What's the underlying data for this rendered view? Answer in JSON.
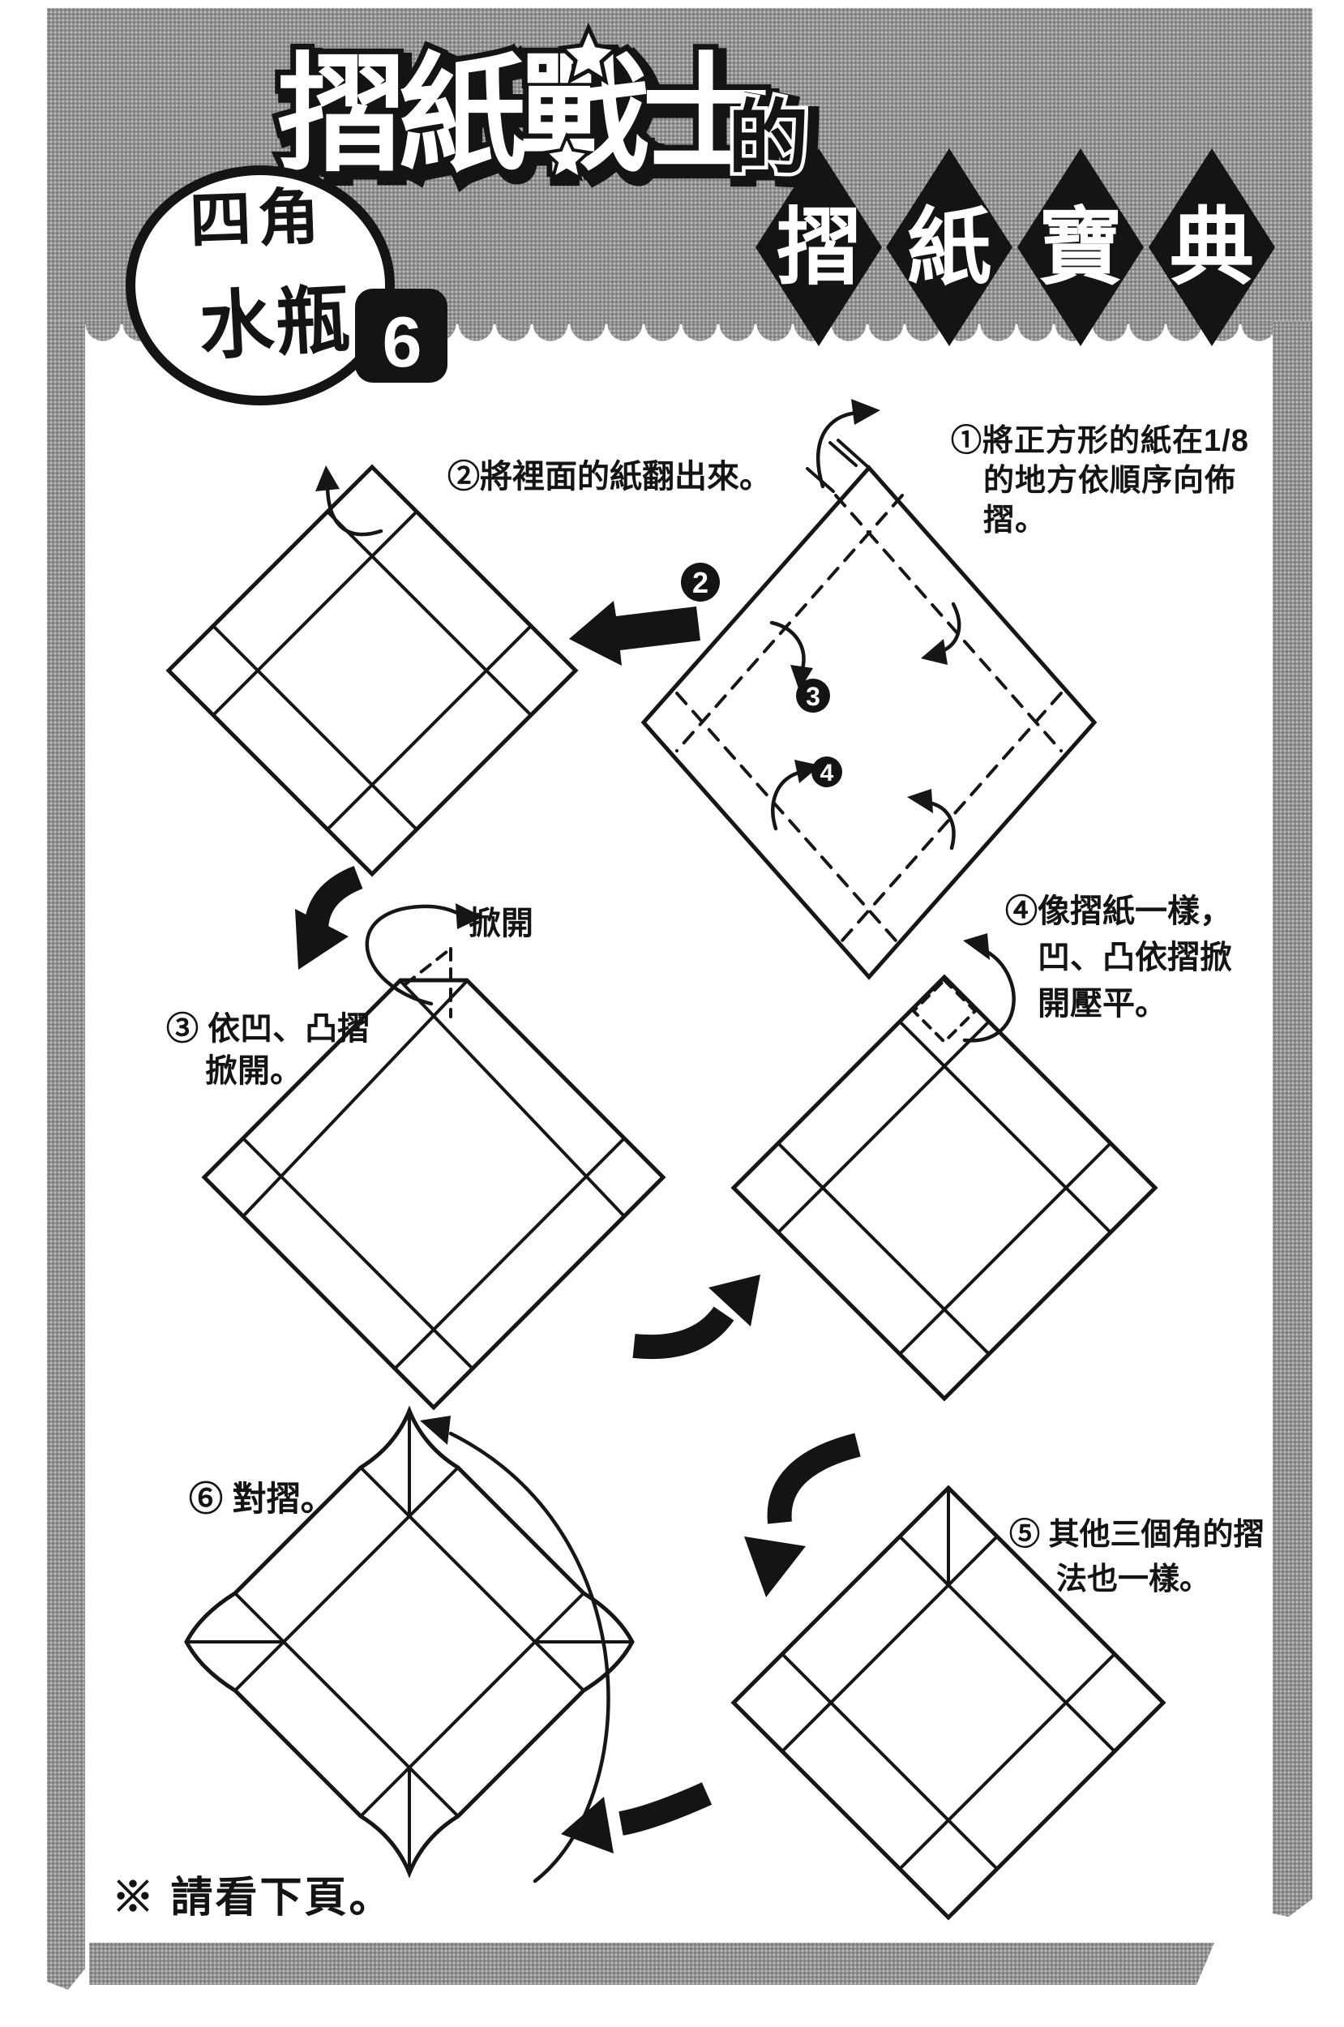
{
  "header": {
    "logo": "摺紙戰士",
    "logo_suffix": "的",
    "series": {
      "c1": "摺",
      "c2": "紙",
      "c3": "寶",
      "c4": "典"
    },
    "badge": {
      "line1": "四角",
      "line2": "水瓶",
      "number": "6"
    }
  },
  "steps": {
    "s1": {
      "l1": "①將正方形的紙在1/8",
      "l2": "的地方依順序向佈",
      "l3": "摺。"
    },
    "s2": {
      "l1": "②將裡面的紙翻出來。"
    },
    "s3": {
      "l1": "③ 依凹、凸摺",
      "l2": "掀開。"
    },
    "s4": {
      "l1": "④像摺紙一樣，",
      "l2": "凹、凸依摺掀",
      "l3": "開壓平。"
    },
    "s5": {
      "l1": "⑤ 其他三個角的摺",
      "l2": "法也一樣。"
    },
    "s6": {
      "l1": "⑥ 對摺。"
    }
  },
  "diagram": {
    "marker2": "2",
    "marker3": "3",
    "marker4": "4",
    "flip_label": "掀開"
  },
  "footer": {
    "note": "※ 請看下頁。"
  },
  "colors": {
    "ink": "#141414",
    "paper": "#ffffff",
    "tone": "#949494"
  }
}
